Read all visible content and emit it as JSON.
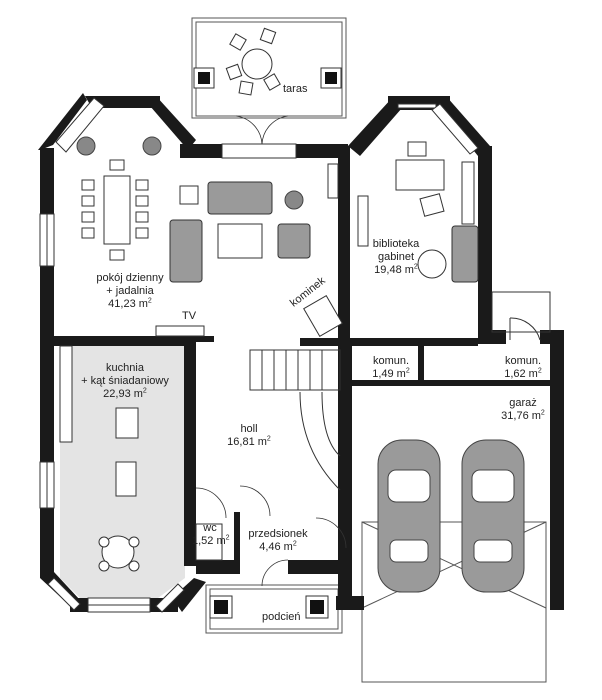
{
  "rooms": {
    "taras": {
      "name": "taras"
    },
    "living": {
      "name_line1": "pokój dzienny",
      "name_line2": "+ jadalnia",
      "area": "41,23 m",
      "unit_exp": "2"
    },
    "tv": {
      "name": "TV"
    },
    "library": {
      "name_line1": "biblioteka",
      "name_line2": "gabinet",
      "area": "19,48 m",
      "unit_exp": "2"
    },
    "kominek": {
      "name": "kominek"
    },
    "kitchen": {
      "name_line1": "kuchnia",
      "name_line2": "+ kąt śniadaniowy",
      "area": "22,93 m",
      "unit_exp": "2"
    },
    "komun1": {
      "name": "komun.",
      "area": "1,49 m",
      "unit_exp": "2"
    },
    "komun2": {
      "name": "komun.",
      "area": "1,62 m",
      "unit_exp": "2"
    },
    "garage": {
      "name": "garaż",
      "area": "31,76 m",
      "unit_exp": "2"
    },
    "hall": {
      "name": "holl",
      "area": "16,81 m",
      "unit_exp": "2"
    },
    "wc": {
      "name": "wc",
      "area": "1,52 m",
      "unit_exp": "2"
    },
    "vestibule": {
      "name": "przedsionek",
      "area": "4,46 m",
      "unit_exp": "2"
    },
    "porch": {
      "name": "podcień"
    }
  },
  "colors": {
    "wall": "#1a1a1a",
    "kitchen_floor": "#e4e4e4",
    "furniture": "#9a9a9a",
    "thin_line": "#333333"
  }
}
